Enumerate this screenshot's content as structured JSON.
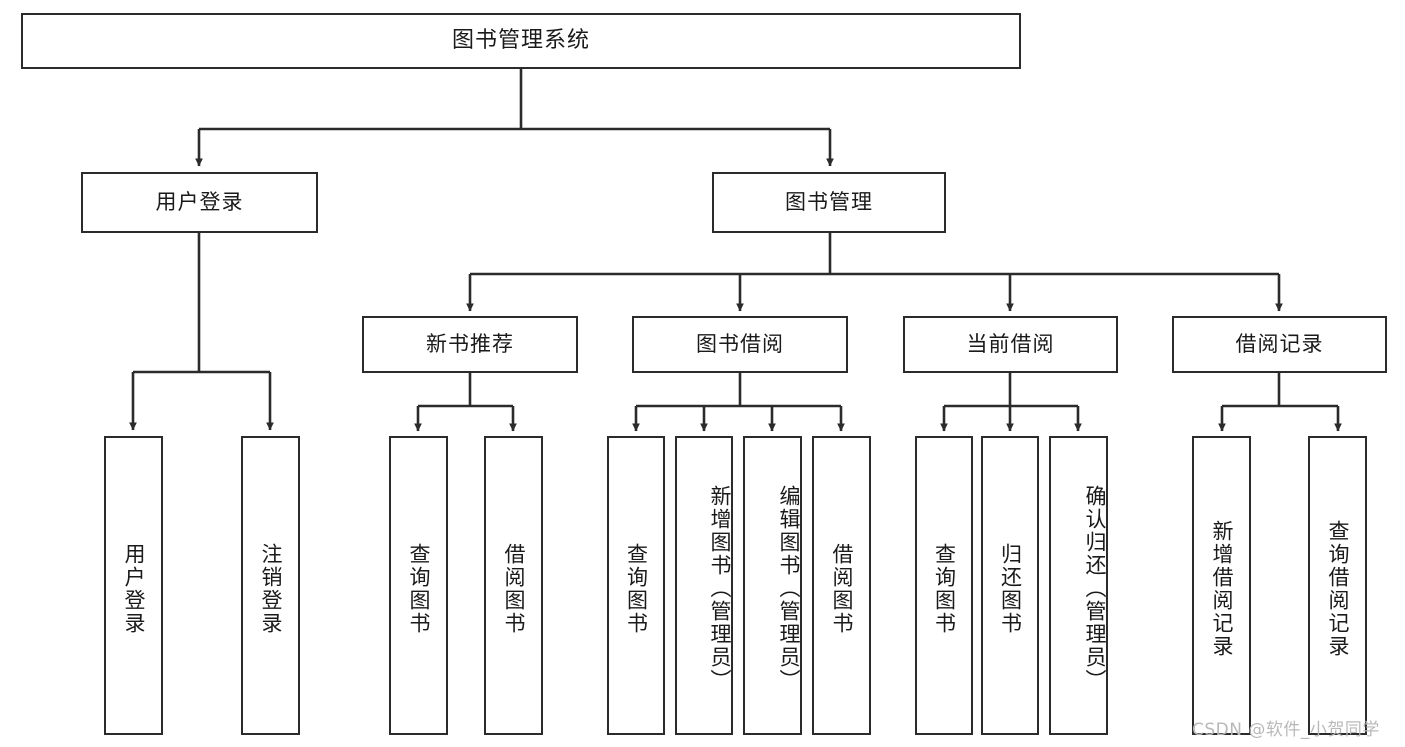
{
  "diagram": {
    "title": "图书管理系统",
    "type": "hierarchy-structure-chart",
    "line_color": "#2b2b2b",
    "background_color": "#ffffff",
    "watermark": "CSDN @软件_小贺同学",
    "nodes": {
      "root": {
        "label": "图书管理系统"
      },
      "level1": [
        {
          "id": "user-login",
          "label": "用户登录"
        },
        {
          "id": "book-management",
          "label": "图书管理"
        }
      ],
      "level2": [
        {
          "id": "new-book-recommend",
          "label": "新书推荐"
        },
        {
          "id": "book-borrow",
          "label": "图书借阅"
        },
        {
          "id": "current-borrow",
          "label": "当前借阅"
        },
        {
          "id": "borrow-record",
          "label": "借阅记录"
        }
      ],
      "leaves": {
        "user_login": [
          {
            "id": "leaf-user-login",
            "label": "用户登录"
          },
          {
            "id": "leaf-logout-login",
            "label": "注销登录"
          }
        ],
        "new_book_recommend": [
          {
            "id": "leaf-query-book-1",
            "label": "查询图书"
          },
          {
            "id": "leaf-borrow-book-1",
            "label": "借阅图书"
          }
        ],
        "book_borrow": [
          {
            "id": "leaf-query-book-2",
            "label": "查询图书"
          },
          {
            "id": "leaf-add-book",
            "label": "新增图书（管理员）"
          },
          {
            "id": "leaf-edit-book",
            "label": "编辑图书（管理员）"
          },
          {
            "id": "leaf-borrow-book-2",
            "label": "借阅图书"
          }
        ],
        "current_borrow": [
          {
            "id": "leaf-query-book-3",
            "label": "查询图书"
          },
          {
            "id": "leaf-return-book",
            "label": "归还图书"
          },
          {
            "id": "leaf-confirm-return",
            "label": "确认归还（管理员）"
          }
        ],
        "borrow_record": [
          {
            "id": "leaf-add-record",
            "label": "新增借阅记录"
          },
          {
            "id": "leaf-query-record",
            "label": "查询借阅记录"
          }
        ]
      }
    }
  }
}
